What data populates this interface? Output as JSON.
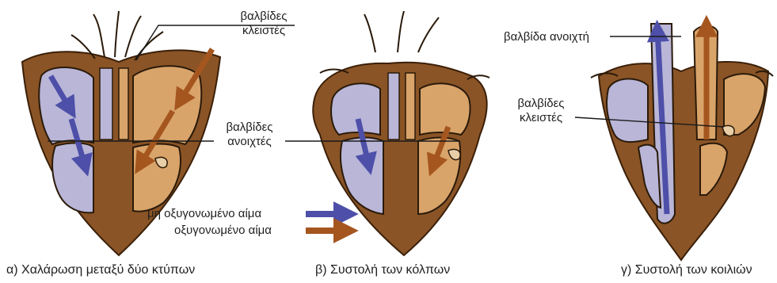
{
  "colors": {
    "muscle": "#8a5426",
    "muscle_dark": "#5a3312",
    "deoxygenated_chamber": "#b9b6d8",
    "oxygenated_chamber": "#d9a46a",
    "deoxygenated_arrow": "#4d4fa8",
    "oxygenated_arrow": "#a5561f",
    "line": "#222222"
  },
  "labels": {
    "valves_closed_top": "βαλβίδες\nκλειστές",
    "valves_open": "βαλβίδες\nανοιχτές",
    "valve_open": "βαλβίδα ανοιχτή",
    "valves_closed_right": "βαλβίδες\nκλειστές"
  },
  "legend": {
    "deoxygenated": "μη οξυγονωμένο αίμα",
    "oxygenated": "οξυγονωμένο αίμα"
  },
  "captions": {
    "a": "α) Χαλάρωση μεταξύ δύο κτύπων",
    "b": "β) Συστολή των κόλπων",
    "c": "γ) Συστολή των κοιλιών"
  }
}
